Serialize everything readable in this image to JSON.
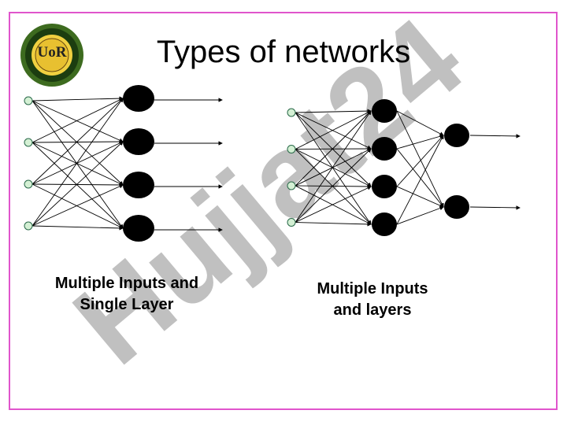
{
  "slide": {
    "title": "Types of networks",
    "watermark_text": "Hujjat24",
    "logo_text": "UoR"
  },
  "left_network": {
    "caption_line1": "Multiple Inputs and",
    "caption_line2": "Single Layer",
    "input_count": 4,
    "output_count": 4
  },
  "right_network": {
    "caption_line1": "Multiple Inputs",
    "caption_line2": "and layers",
    "input_count": 4,
    "hidden_count": 4,
    "output_count": 2
  },
  "colors": {
    "border": "#e055cc",
    "watermark_violet": "#c9a6f0",
    "watermark_gray": "#bdbdbd",
    "input_node": "#d4f0d4",
    "neuron": "#000000"
  }
}
